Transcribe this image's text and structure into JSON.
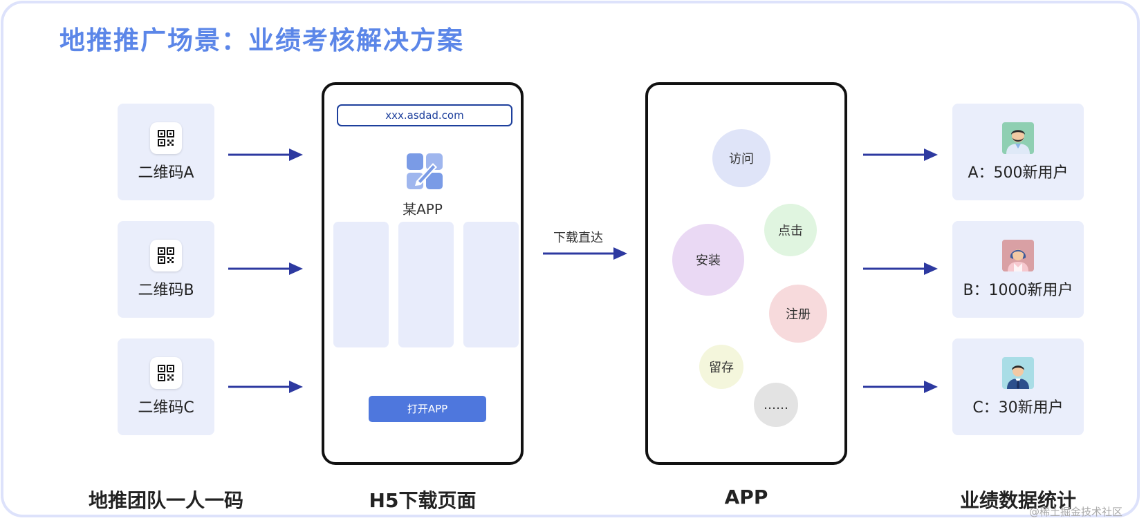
{
  "title": "地推推广场景：业绩考核解决方案",
  "qr_codes": [
    {
      "label": "二维码A"
    },
    {
      "label": "二维码B"
    },
    {
      "label": "二维码C"
    }
  ],
  "h5_page": {
    "url": "xxx.asdad.com",
    "app_name": "某APP",
    "open_button": "打开APP"
  },
  "flow_label": "下载直达",
  "app_bubbles": [
    {
      "label": "访问",
      "color": "#dfe4f8"
    },
    {
      "label": "点击",
      "color": "#e0f5e0"
    },
    {
      "label": "安装",
      "color": "#ead9f4"
    },
    {
      "label": "注册",
      "color": "#f7dadc"
    },
    {
      "label": "留存",
      "color": "#f4f6dc"
    },
    {
      "label": "……",
      "color": "#e3e3e3"
    }
  ],
  "stats": [
    {
      "label": "A：500新用户"
    },
    {
      "label": "B：1000新用户"
    },
    {
      "label": "C：30新用户"
    }
  ],
  "column_titles": {
    "qr": "地推团队一人一码",
    "h5": "H5下载页面",
    "app": "APP",
    "stats": "业绩数据统计"
  },
  "watermark": "@稀土掘金技术社区",
  "colors": {
    "title": "#5b86e8",
    "arrow": "#2d39a0",
    "card_bg": "#eaeefb",
    "frame": "#dde2fb",
    "button": "#4e77dd"
  },
  "icons": [
    "qr-code-icon",
    "app-logo-icon",
    "male-avatar-icon",
    "female-avatar-icon",
    "suit-avatar-icon"
  ]
}
